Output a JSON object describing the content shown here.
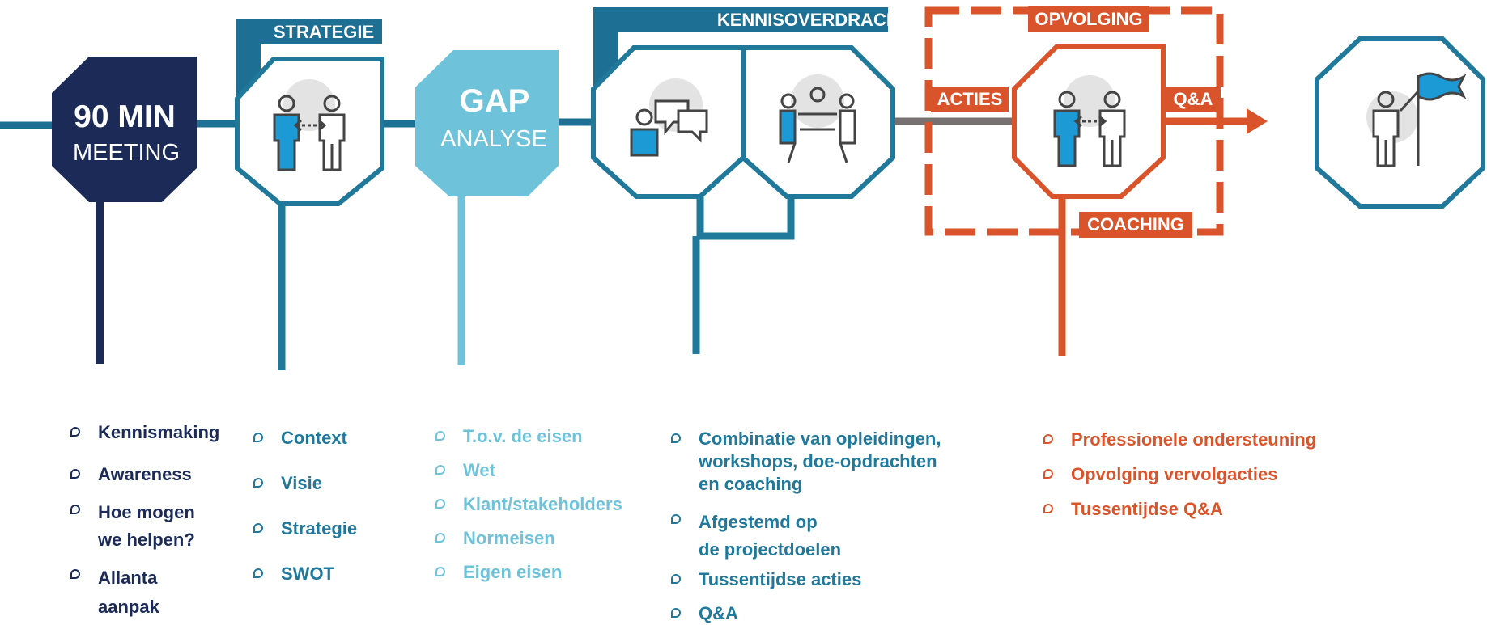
{
  "colors": {
    "navy": "#1b2a57",
    "teal": "#20789a",
    "light_blue": "#6ec3da",
    "orange": "#d9542b",
    "grey": "#777070",
    "person_blue": "#1c9ad6",
    "person_grey": "#444444"
  },
  "stages": {
    "meeting": {
      "title": "90 MIN",
      "subtitle": "MEETING"
    },
    "strategie": {
      "tag": "STRATEGIE",
      "icon": "two-people-exchange-icon"
    },
    "gap": {
      "title": "GAP",
      "subtitle": "ANALYSE"
    },
    "kennisoverdracht": {
      "tag": "KENNISOVERDRACHT",
      "icons": [
        "chat-bubbles-people-icon",
        "meeting-table-icon"
      ]
    },
    "opvolging": {
      "tag": "OPVOLGING",
      "left_tag": "ACTIES",
      "right_tag": "Q&A",
      "bottom_tag": "COACHING",
      "icon": "two-people-exchange-icon"
    },
    "goal": {
      "icon": "person-flag-icon"
    }
  },
  "lists": {
    "meeting": [
      "Kennismaking",
      "Awareness",
      "Hoe mogen\nwe helpen?",
      "Allanta\naanpak"
    ],
    "strategie": [
      "Context",
      "Visie",
      "Strategie",
      "SWOT"
    ],
    "gap": [
      "T.o.v. de eisen",
      "Wet",
      "Klant/stakeholders",
      "Normeisen",
      "Eigen eisen"
    ],
    "kennisoverdracht": [
      "Combinatie van opleidingen,\nworkshops,  doe-opdrachten\nen coaching",
      "Afgestemd op\nde projectdoelen",
      "Tussentijdse acties",
      "Q&A"
    ],
    "opvolging": [
      "Professionele ondersteuning",
      "Opvolging vervolgacties",
      "Tussentijdse Q&A"
    ]
  }
}
